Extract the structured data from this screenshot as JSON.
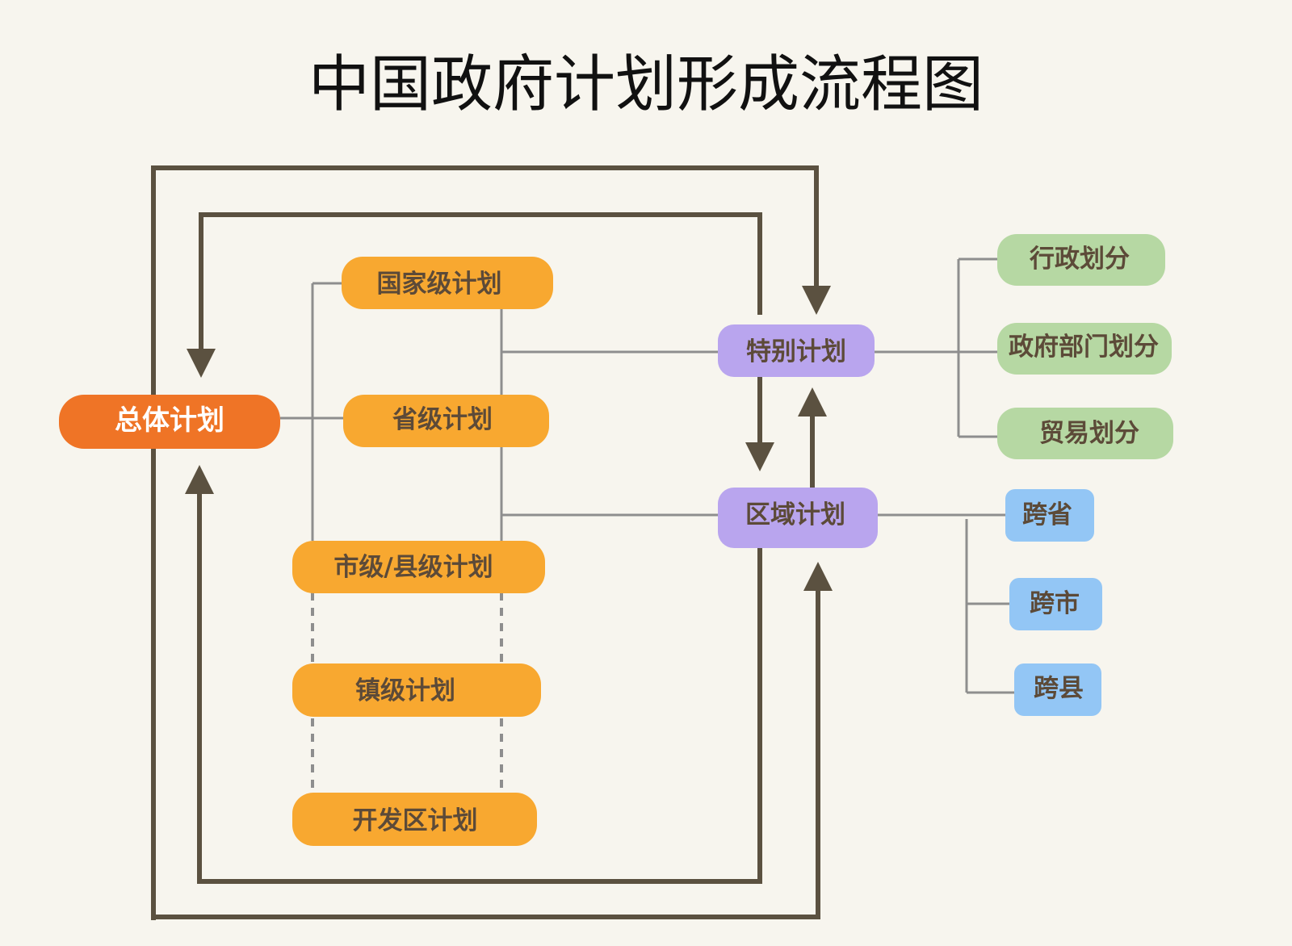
{
  "title": "中国政府计划形成流程图",
  "colors": {
    "background": "#f7f5ee",
    "overall": "#ef7426",
    "level": "#f8a830",
    "special": "#b9a5ee",
    "division": "#b6d8a3",
    "cross": "#93c6f5",
    "dark_text": "#5c4a38",
    "white_text": "#ffffff",
    "arrow": "#5b5140",
    "connector": "#8e8e8e"
  },
  "nodes": {
    "overall": "总体计划",
    "national": "国家级计划",
    "provincial": "省级计划",
    "city_county": "市级/县级计划",
    "town": "镇级计划",
    "dev_zone": "开发区计划",
    "special": "特别计划",
    "regional": "区域计划",
    "admin_division": "行政划分",
    "dept_division": "政府部门划分",
    "trade_division": "贸易划分",
    "cross_province": "跨省",
    "cross_city": "跨市",
    "cross_county": "跨县"
  }
}
